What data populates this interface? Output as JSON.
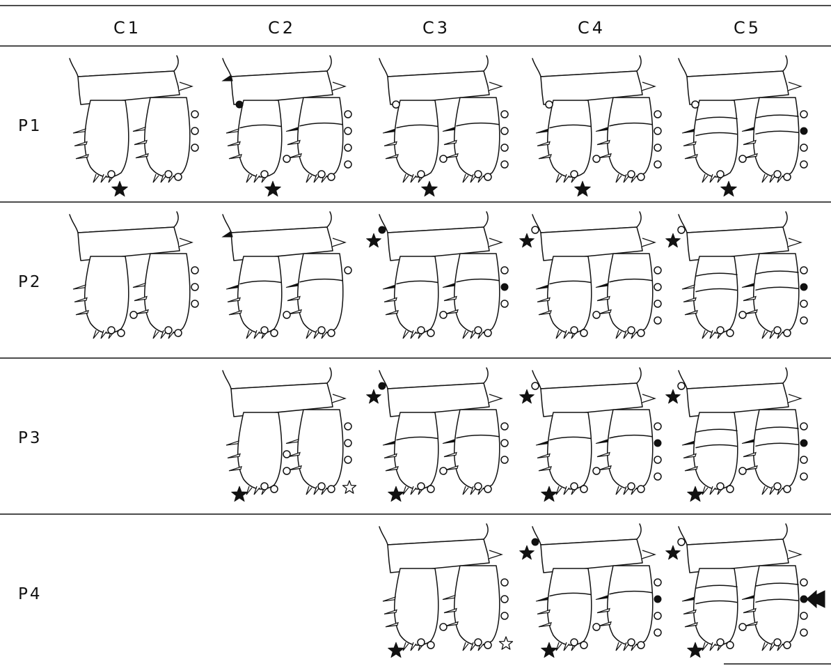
{
  "columns": [
    "C1",
    "C2",
    "C3",
    "C4",
    "C5"
  ],
  "rows": [
    "P1",
    "P2",
    "P3",
    "P4"
  ],
  "cells": [
    {
      "row": "P1",
      "col": "C1",
      "segs": [
        1,
        1
      ],
      "basisSeta": false,
      "medialBasis": "none",
      "endoSpine": false,
      "exoSpine": false,
      "exoSetaMark": "none",
      "bigStar": "endopod-tip",
      "openStar": false,
      "endoTerminal": 1,
      "endoInner": 0,
      "exoTerminal": 2,
      "exoInner": 3
    },
    {
      "row": "P1",
      "col": "C2",
      "segs": [
        2,
        2
      ],
      "basisSeta": true,
      "medialBasis": "filled-seta",
      "endoSpine": false,
      "exoSpine": true,
      "exoSetaMark": "none",
      "bigStar": "endopod-tip",
      "openStar": false,
      "endoTerminal": 1,
      "endoInner": 1,
      "exoTerminal": 2,
      "exoInner": 4
    },
    {
      "row": "P1",
      "col": "C3",
      "segs": [
        2,
        2
      ],
      "basisSeta": false,
      "medialBasis": "open-seta",
      "endoSpine": true,
      "exoSpine": true,
      "exoSetaMark": "none",
      "bigStar": "endopod-tip",
      "openStar": false,
      "endoTerminal": 1,
      "endoInner": 1,
      "exoTerminal": 2,
      "exoInner": 4
    },
    {
      "row": "P1",
      "col": "C4",
      "segs": [
        2,
        2
      ],
      "basisSeta": false,
      "medialBasis": "open-seta",
      "endoSpine": true,
      "exoSpine": true,
      "exoSetaMark": "none",
      "bigStar": "endopod-tip",
      "openStar": false,
      "endoTerminal": 1,
      "endoInner": 1,
      "exoTerminal": 2,
      "exoInner": 4
    },
    {
      "row": "P1",
      "col": "C5",
      "segs": [
        3,
        3
      ],
      "basisSeta": false,
      "medialBasis": "open-seta",
      "endoSpine": true,
      "exoSpine": true,
      "exoSetaMark": "filled-seta",
      "bigStar": "endopod-tip",
      "openStar": false,
      "endoTerminal": 1,
      "endoInner": 1,
      "exoTerminal": 2,
      "exoInner": 4
    },
    {
      "row": "P2",
      "col": "C1",
      "segs": [
        1,
        1
      ],
      "basisSeta": false,
      "medialBasis": "none",
      "endoSpine": false,
      "exoSpine": false,
      "exoSetaMark": "none",
      "bigStar": "none",
      "openStar": false,
      "endoTerminal": 2,
      "endoInner": 1,
      "exoTerminal": 2,
      "exoInner": 3
    },
    {
      "row": "P2",
      "col": "C2",
      "segs": [
        2,
        2
      ],
      "basisSeta": true,
      "medialBasis": "none",
      "endoSpine": true,
      "exoSpine": true,
      "exoSetaMark": "none",
      "bigStar": "none",
      "openStar": false,
      "endoTerminal": 2,
      "endoInner": 1,
      "exoTerminal": 2,
      "exoInner": 1
    },
    {
      "row": "P2",
      "col": "C3",
      "segs": [
        2,
        2
      ],
      "basisSeta": false,
      "medialBasis": "filled-seta-star",
      "endoSpine": true,
      "exoSpine": true,
      "exoSetaMark": "filled-seta",
      "bigStar": "none",
      "openStar": false,
      "endoTerminal": 2,
      "endoInner": 1,
      "exoTerminal": 2,
      "exoInner": 3
    },
    {
      "row": "P2",
      "col": "C4",
      "segs": [
        2,
        2
      ],
      "basisSeta": false,
      "medialBasis": "open-seta-star",
      "endoSpine": true,
      "exoSpine": true,
      "exoSetaMark": "none",
      "bigStar": "none",
      "openStar": false,
      "endoTerminal": 2,
      "endoInner": 1,
      "exoTerminal": 2,
      "exoInner": 4
    },
    {
      "row": "P2",
      "col": "C5",
      "segs": [
        3,
        3
      ],
      "basisSeta": false,
      "medialBasis": "open-seta-star",
      "endoSpine": false,
      "exoSpine": true,
      "exoSetaMark": "filled-seta",
      "bigStar": "none",
      "openStar": false,
      "endoTerminal": 2,
      "endoInner": 1,
      "exoTerminal": 2,
      "exoInner": 4
    },
    {
      "row": "P3",
      "col": "C2",
      "segs": [
        1,
        1
      ],
      "basisSeta": false,
      "medialBasis": "none",
      "endoSpine": false,
      "exoSpine": false,
      "exoSetaMark": "none",
      "bigStar": "endopod-base",
      "openStar": true,
      "endoTerminal": 2,
      "endoInner": 2,
      "exoTerminal": 2,
      "exoInner": 3
    },
    {
      "row": "P3",
      "col": "C3",
      "segs": [
        2,
        2
      ],
      "basisSeta": false,
      "medialBasis": "filled-seta-star",
      "endoSpine": true,
      "exoSpine": true,
      "exoSetaMark": "none",
      "bigStar": "endopod-base",
      "openStar": false,
      "endoTerminal": 2,
      "endoInner": 1,
      "exoTerminal": 2,
      "exoInner": 3
    },
    {
      "row": "P3",
      "col": "C4",
      "segs": [
        2,
        2
      ],
      "basisSeta": false,
      "medialBasis": "open-seta-star",
      "endoSpine": true,
      "exoSpine": true,
      "exoSetaMark": "filled-seta",
      "bigStar": "endopod-base",
      "openStar": false,
      "endoTerminal": 2,
      "endoInner": 1,
      "exoTerminal": 2,
      "exoInner": 4
    },
    {
      "row": "P3",
      "col": "C5",
      "segs": [
        3,
        3
      ],
      "basisSeta": false,
      "medialBasis": "open-seta-star",
      "endoSpine": true,
      "exoSpine": true,
      "exoSetaMark": "filled-seta",
      "bigStar": "endopod-base",
      "openStar": false,
      "endoTerminal": 2,
      "endoInner": 1,
      "exoTerminal": 2,
      "exoInner": 4
    },
    {
      "row": "P4",
      "col": "C3",
      "segs": [
        1,
        1
      ],
      "basisSeta": false,
      "medialBasis": "none",
      "endoSpine": false,
      "exoSpine": false,
      "exoSetaMark": "none",
      "bigStar": "endopod-base",
      "openStar": true,
      "endoTerminal": 2,
      "endoInner": 1,
      "exoTerminal": 2,
      "exoInner": 3
    },
    {
      "row": "P4",
      "col": "C4",
      "segs": [
        2,
        2
      ],
      "basisSeta": false,
      "medialBasis": "filled-seta-star",
      "endoSpine": true,
      "exoSpine": true,
      "exoSetaMark": "filled-seta",
      "bigStar": "endopod-base",
      "openStar": false,
      "endoTerminal": 2,
      "endoInner": 1,
      "exoTerminal": 2,
      "exoInner": 4
    },
    {
      "row": "P4",
      "col": "C5",
      "segs": [
        3,
        3
      ],
      "basisSeta": false,
      "medialBasis": "open-seta-star",
      "endoSpine": true,
      "exoSpine": true,
      "exoSetaMark": "filled-seta",
      "bigStar": "endopod-base",
      "openStar": false,
      "endoTerminal": 2,
      "endoInner": 1,
      "exoTerminal": 2,
      "exoInner": 4,
      "arrow": true
    }
  ]
}
